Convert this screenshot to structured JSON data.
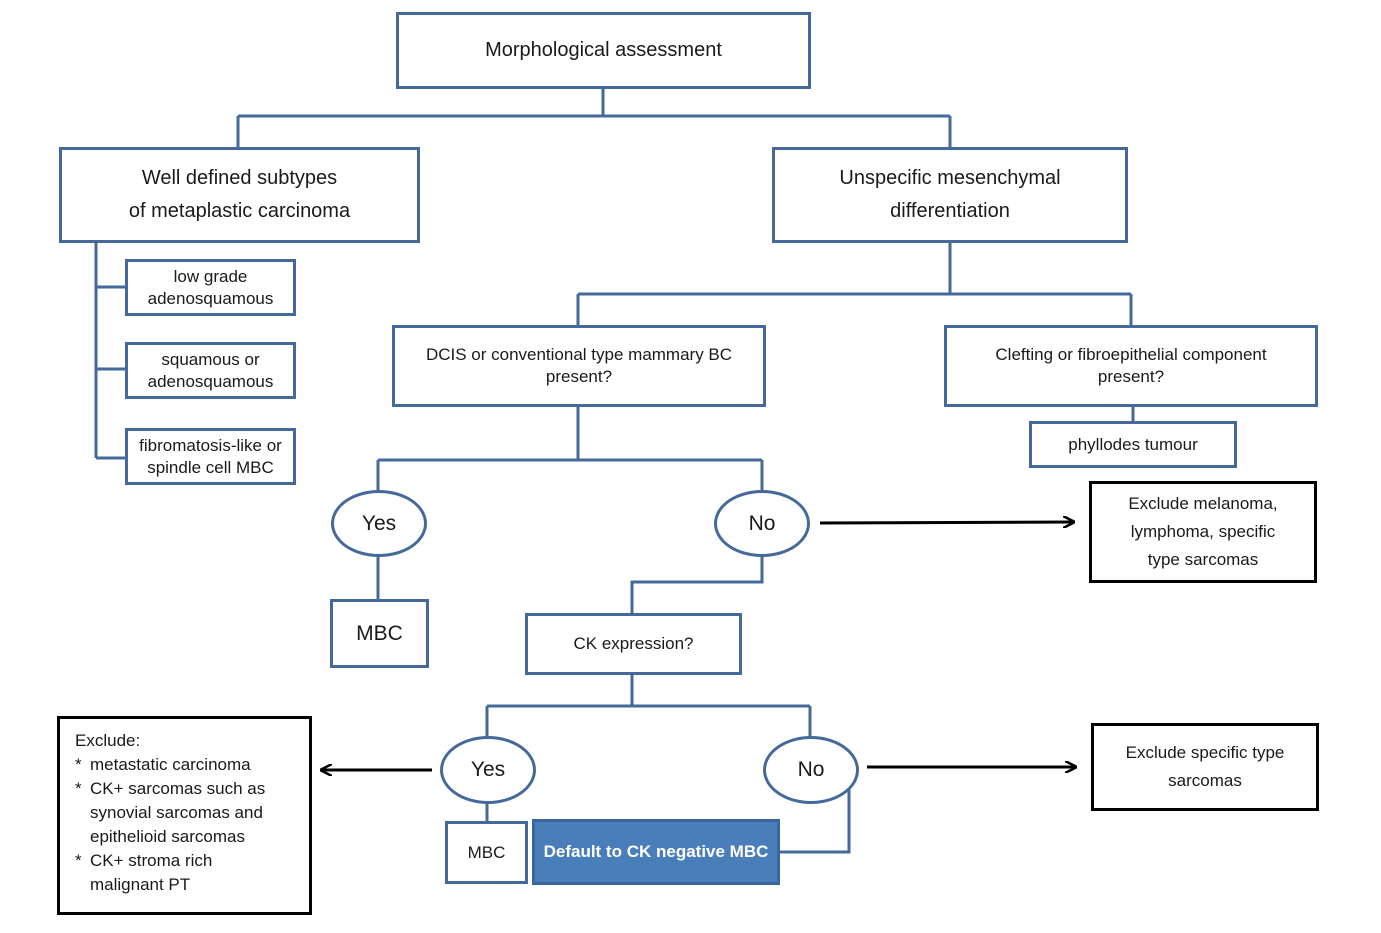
{
  "diagram": {
    "root": "Morphological assessment",
    "well_defined": [
      "Well defined subtypes",
      "of metaplastic carcinoma"
    ],
    "unspecific": [
      "Unspecific mesenchymal",
      "differentiation"
    ],
    "subtypes": [
      [
        "low grade",
        "adenosquamous"
      ],
      [
        "squamous or",
        "adenosquamous"
      ],
      [
        "fibromatosis-like or",
        "spindle cell MBC"
      ]
    ],
    "dcis_question": [
      "DCIS or conventional type mammary BC",
      "present?"
    ],
    "clefting_question": [
      "Clefting or fibroepithelial component",
      "present?"
    ],
    "phyllodes": "phyllodes tumour",
    "yes_1": "Yes",
    "no_1": "No",
    "mbc_1": "MBC",
    "exclude_melanoma": [
      "Exclude melanoma,",
      "lymphoma, specific",
      "type sarcomas"
    ],
    "ck_question": "CK expression?",
    "yes_2": "Yes",
    "no_2": "No",
    "mbc_2": "MBC",
    "default_ck": "Default to CK negative MBC",
    "exclude_specific": [
      "Exclude specific type",
      "sarcomas"
    ],
    "exclude_list": {
      "title": "Exclude:",
      "items": [
        [
          "metastatic carcinoma"
        ],
        [
          "CK+ sarcomas such as",
          "synovial sarcomas and",
          "epithelioid sarcomas"
        ],
        [
          "CK+ stroma rich",
          "malignant PT"
        ]
      ]
    },
    "colors": {
      "box_border": "#44699a",
      "connector": "#44699a",
      "default_fill": "#4a7ebb",
      "arrow": "#000000"
    }
  }
}
